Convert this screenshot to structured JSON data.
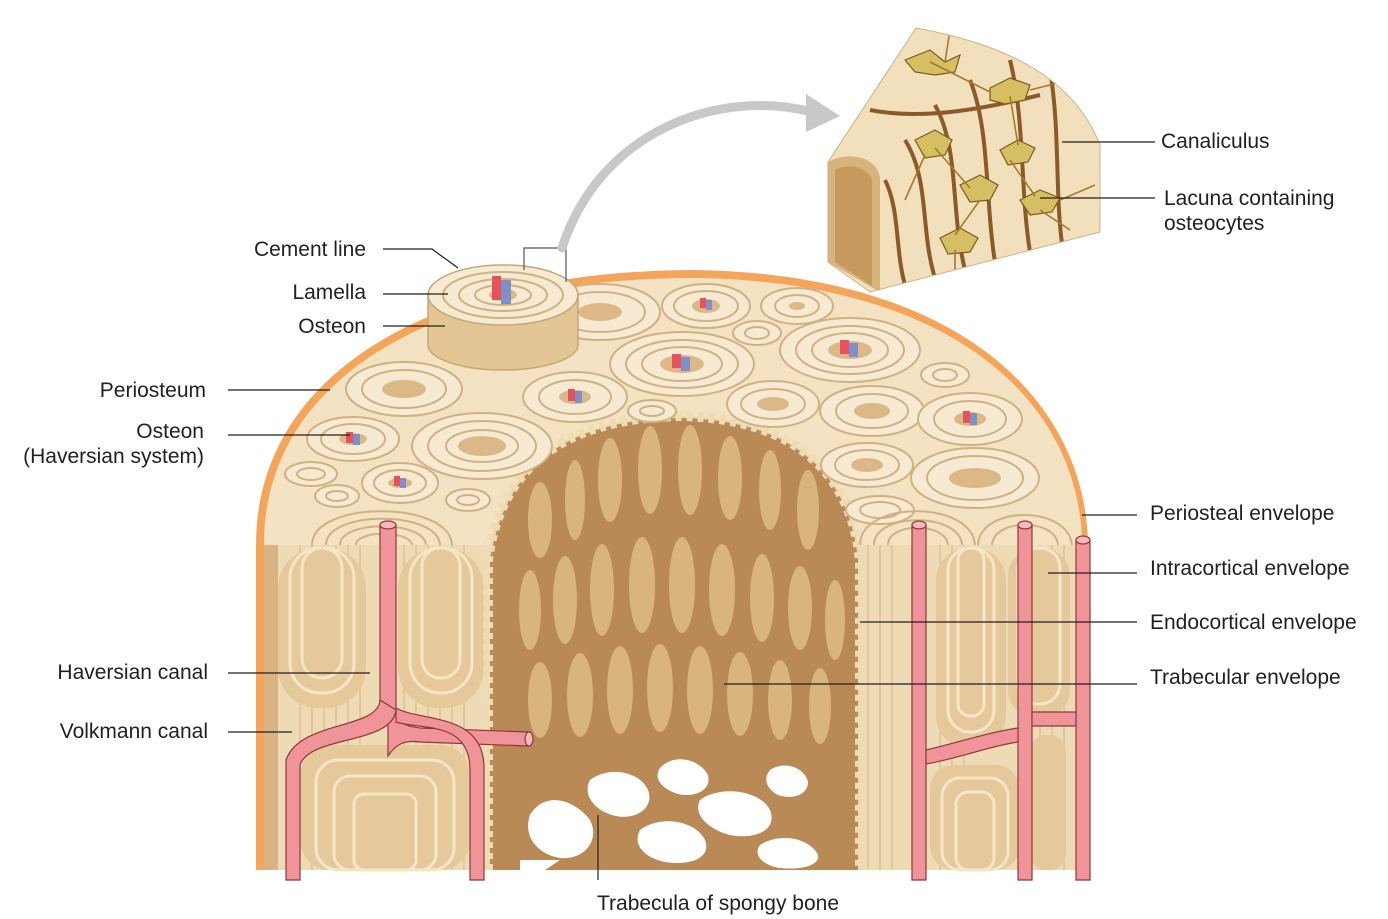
{
  "labels": {
    "cement_line": "Cement line",
    "lamella": "Lamella",
    "osteon": "Osteon",
    "periosteum": "Periosteum",
    "osteon_haversian": "Osteon",
    "osteon_haversian_sub": "(Haversian system)",
    "haversian_canal": "Haversian canal",
    "volkmann_canal": "Volkmann canal",
    "canaliculus": "Canaliculus",
    "lacuna_1": "Lacuna containing",
    "lacuna_2": "osteocytes",
    "periosteal_envelope": "Periosteal envelope",
    "intracortical_envelope": "Intracortical envelope",
    "endocortical_envelope": "Endocortical envelope",
    "trabecular_envelope": "Trabecular envelope",
    "trabecula": "Trabecula of spongy bone"
  },
  "colors": {
    "bone_light": "#f3e3c3",
    "bone_mid": "#e9cf9f",
    "bone_dark": "#c99a66",
    "spongy": "#b98a56",
    "periosteum": "#f5a55a",
    "vessel_red": "#f0949a",
    "vein_blue": "#7f8fc8",
    "artery_red": "#e8505a",
    "osteocyte": "#d6be62",
    "arrow": "#c8c8c8"
  }
}
